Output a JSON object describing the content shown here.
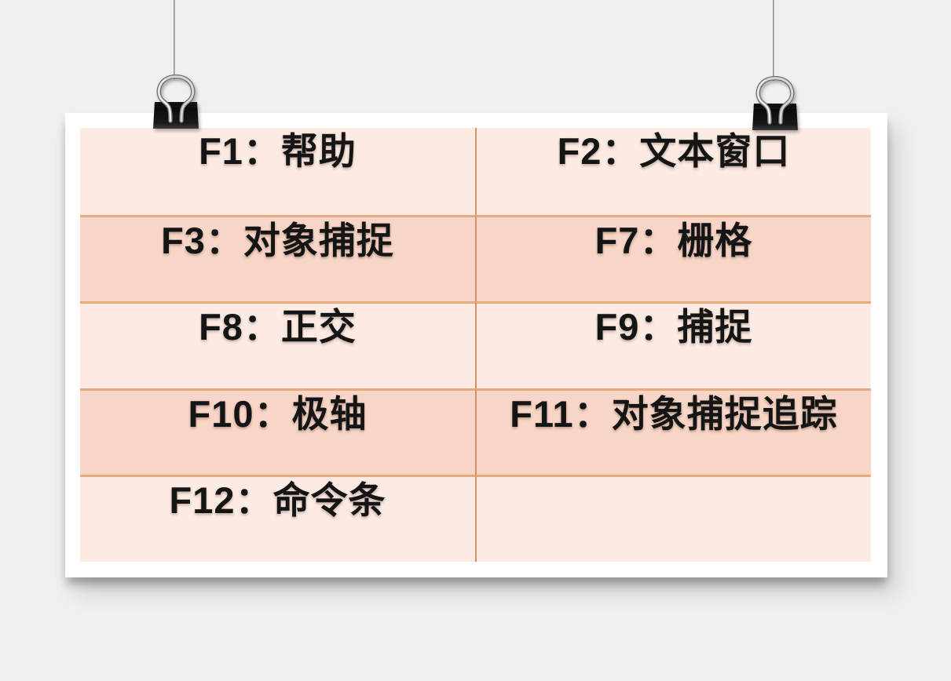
{
  "page": {
    "background_color": "#f0f0f1",
    "description": "Poster card hanging from two binder clips listing AutoCAD function-key shortcuts"
  },
  "poster": {
    "colors": {
      "card": "#ffffff",
      "row_light": "#fcebe3",
      "row_dark": "#f8d6c7",
      "divider_horizontal": "#e5aa80",
      "divider_vertical": "#d88f66",
      "text": "#151515",
      "clip_body": "#111111",
      "clip_wire": "#cfcfcf",
      "string": "#9a9a9a"
    },
    "table": {
      "columns": 2,
      "rows": [
        {
          "left": "F1：帮助",
          "right": "F2：文本窗口"
        },
        {
          "left": "F3：对象捕捉",
          "right": "F7：栅格"
        },
        {
          "left": "F8：正交",
          "right": "F9：捕捉"
        },
        {
          "left": "F10：极轴",
          "right": "F11：对象捕捉追踪"
        },
        {
          "left": "F12：命令条",
          "right": ""
        }
      ]
    }
  }
}
